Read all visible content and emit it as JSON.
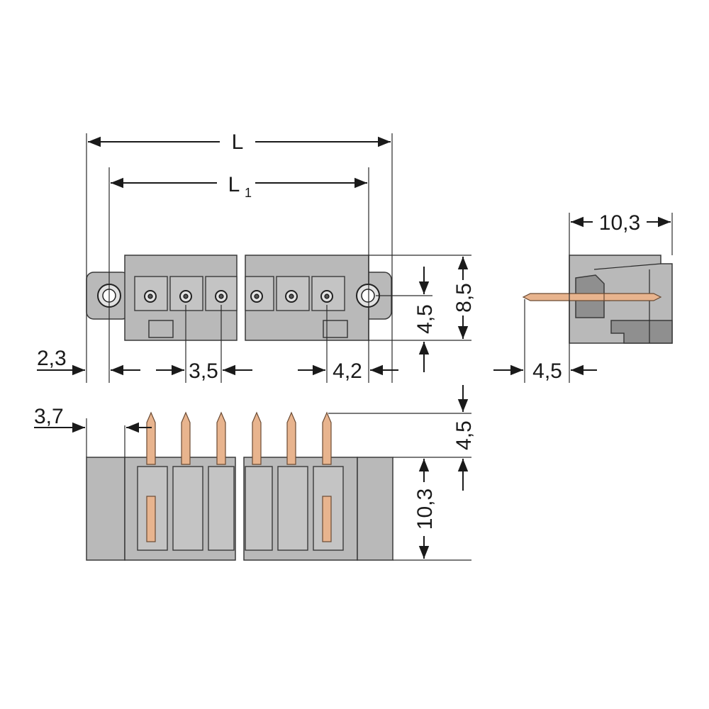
{
  "dimensions": {
    "overall_length": "L",
    "inner_length": "L",
    "inner_length_sub": "1",
    "pitch": "3,5",
    "end_offset": "4,2",
    "left_offset_top": "2,3",
    "left_offset_bottom": "3,7",
    "height_top": "8,5",
    "height_mid": "4,5",
    "side_width": "10,3",
    "side_pin": "4,5",
    "pin_length": "4,5",
    "body_height": "10,3"
  },
  "colors": {
    "housing": "#b9b9b9",
    "pin": "#e8b48e",
    "line": "#1a1a1a"
  },
  "pin_count": 6
}
